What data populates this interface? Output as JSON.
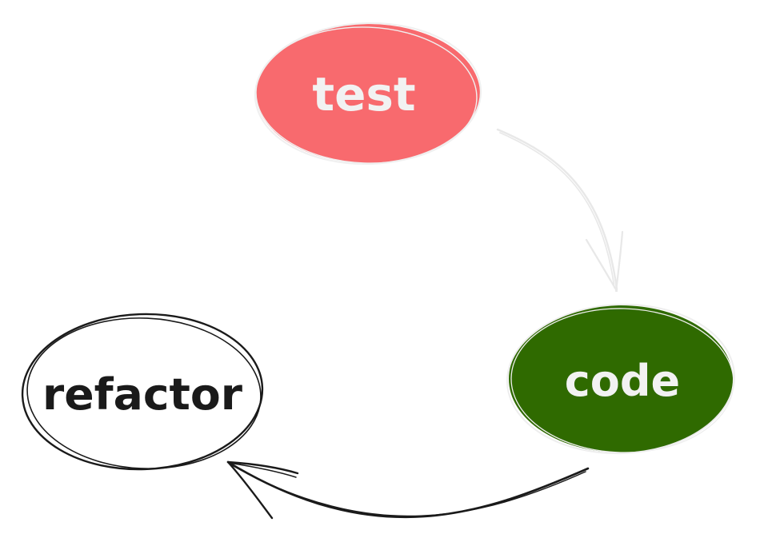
{
  "nodes": {
    "test": {
      "label": "test",
      "fill": "#f86a6e",
      "stroke": "#f0f0f0",
      "text_color": "#f2f2f2"
    },
    "code": {
      "label": "code",
      "fill": "#2f6a00",
      "stroke": "#eeeeee",
      "text_color": "#f2f2f2"
    },
    "refactor": {
      "label": "refactor",
      "fill": "#ffffff",
      "stroke": "#1a1a1a",
      "text_color": "#1a1a1a"
    }
  },
  "edges": [
    {
      "from": "test",
      "to": "code",
      "color": "#e8e8e8"
    },
    {
      "from": "code",
      "to": "refactor",
      "color": "#1a1a1a"
    }
  ]
}
